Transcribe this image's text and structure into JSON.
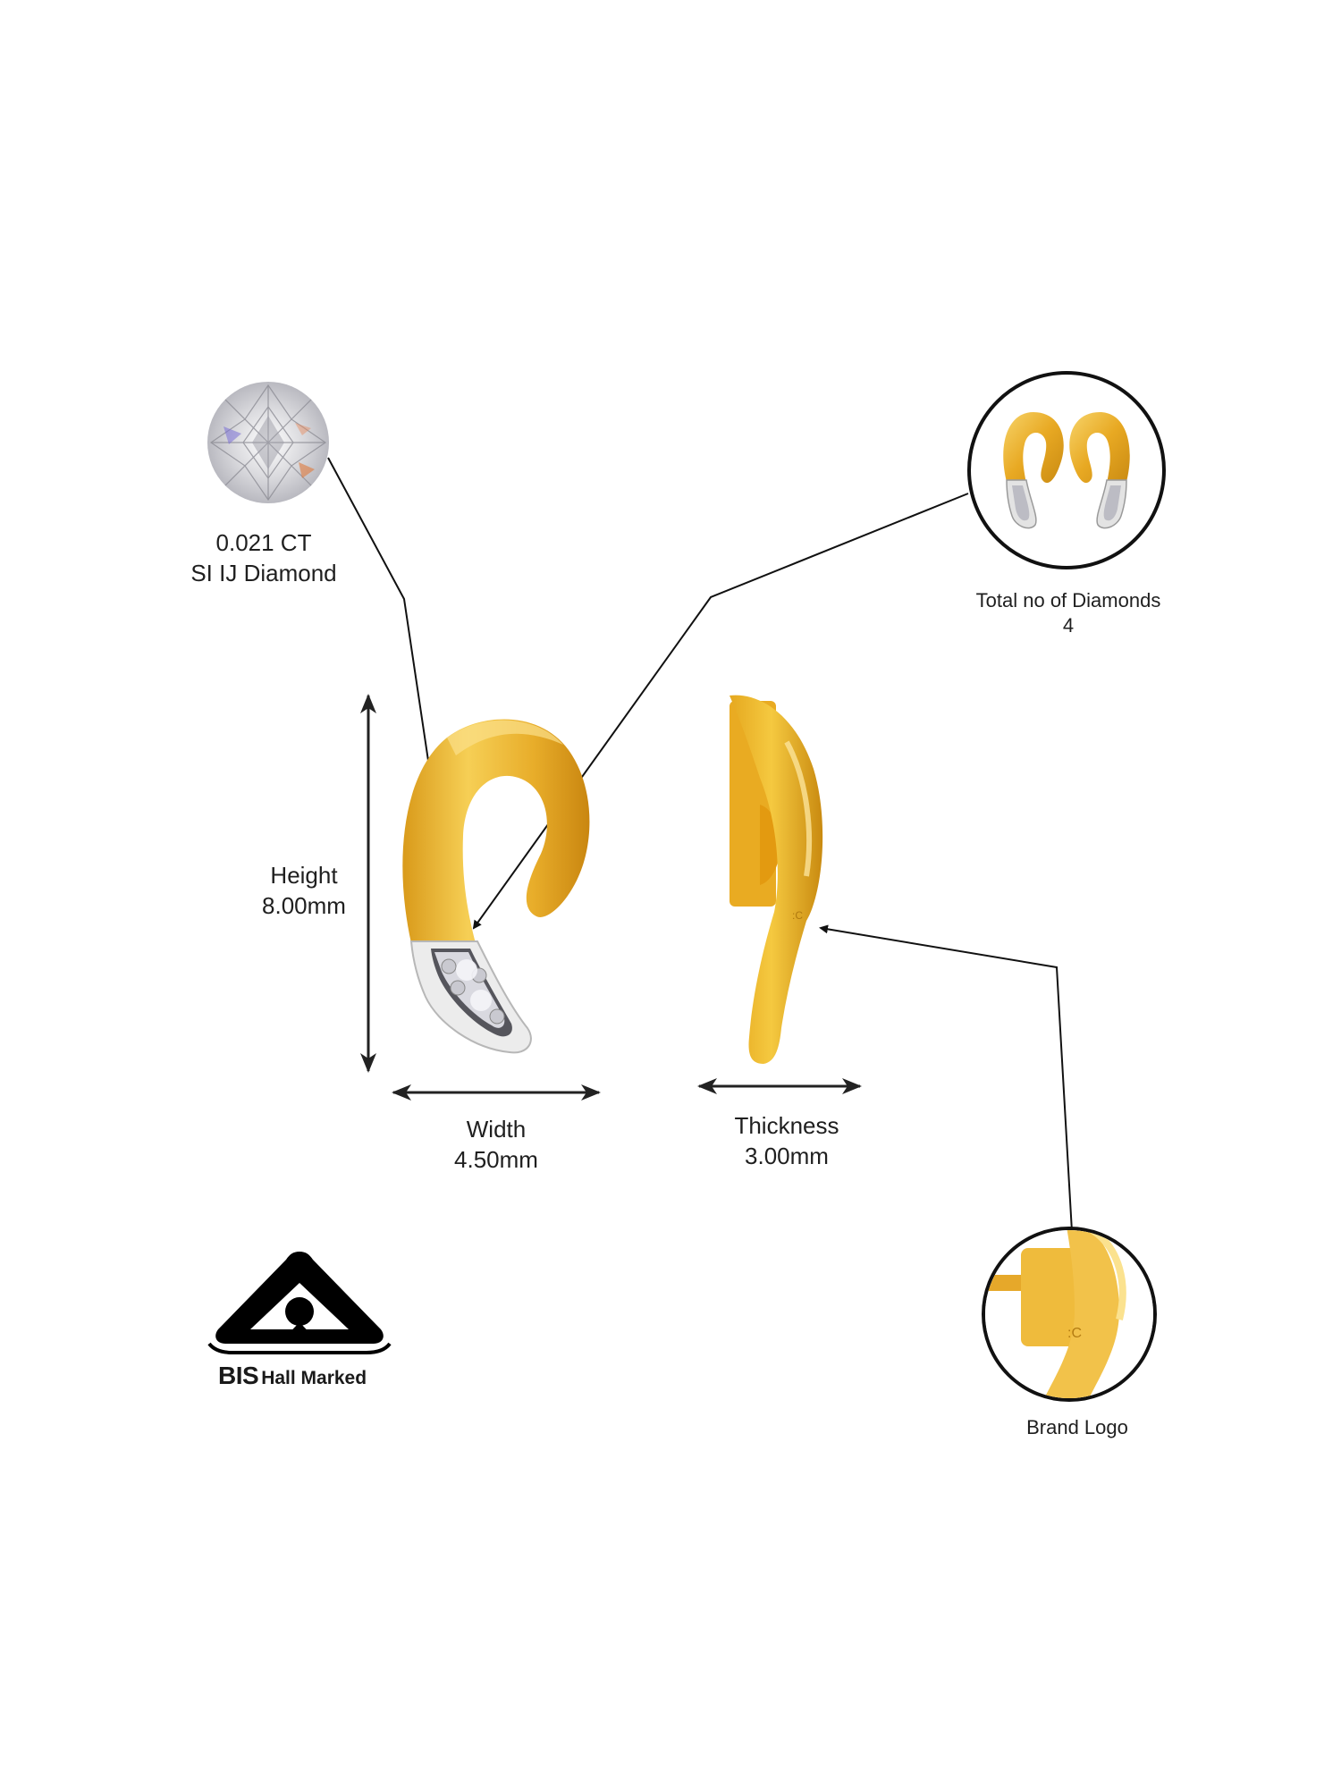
{
  "diagram": {
    "subject": "Gold earring with diamonds - specification sheet",
    "colors": {
      "gold_light": "#f5c94a",
      "gold_mid": "#e7a91f",
      "gold_dark": "#c8860e",
      "white_gold": "#e6e6e6",
      "line": "#111111"
    },
    "callouts": {
      "diamond": {
        "line1": "0.021 CT",
        "line2": "SI IJ Diamond",
        "icon": "round-brilliant-diamond-icon"
      },
      "total_diamonds": {
        "line1": "Total no of Diamonds",
        "line2": "4",
        "icon": "earring-pair-icon"
      },
      "brand_logo": {
        "line1": "Brand Logo",
        "icon": "brand-logo-closeup-icon"
      }
    },
    "dimensions": {
      "height": {
        "label": "Height",
        "value": "8.00mm"
      },
      "width": {
        "label": "Width",
        "value": "4.50mm"
      },
      "thickness": {
        "label": "Thickness",
        "value": "3.00mm"
      }
    },
    "certification": {
      "brand": "BIS",
      "text": "Hall Marked",
      "icon": "bis-hallmark-icon"
    }
  }
}
